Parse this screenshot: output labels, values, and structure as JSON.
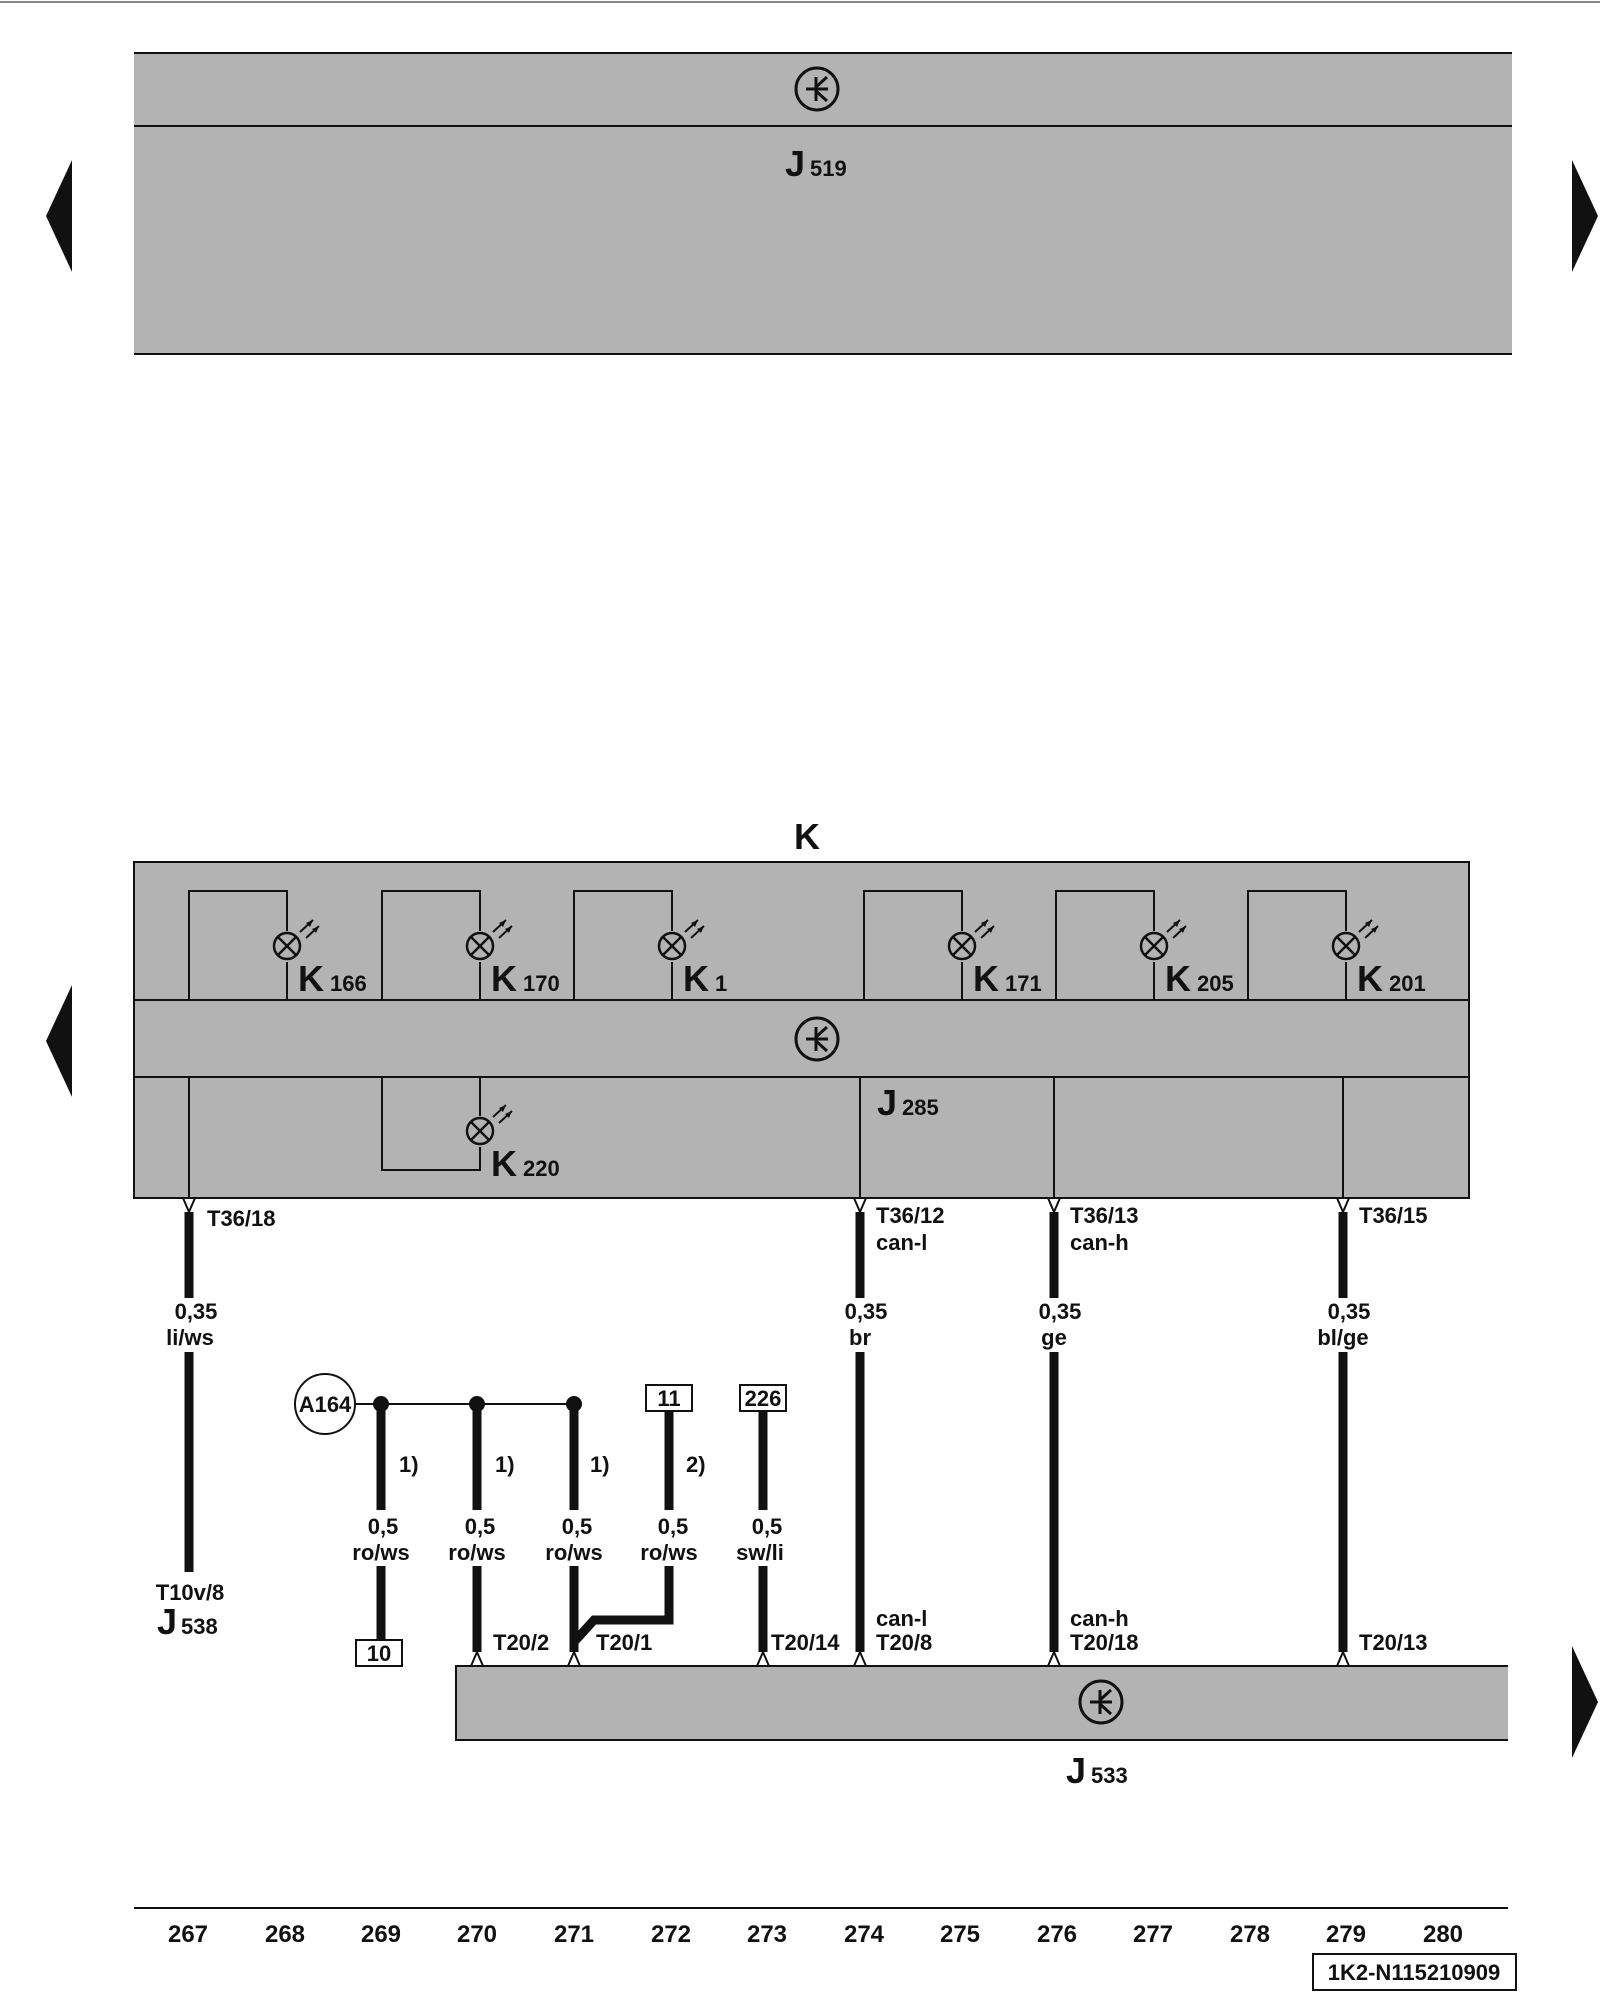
{
  "colors": {
    "module_fill": "#b3b3b3",
    "line": "#111111",
    "background": "#ffffff"
  },
  "modules": {
    "j519": {
      "letter": "J",
      "number": "519",
      "symbol": "control-unit-symbol"
    },
    "k_block": {
      "title": "K"
    },
    "j285": {
      "letter": "J",
      "number": "285",
      "symbol": "control-unit-symbol"
    },
    "j533": {
      "letter": "J",
      "number": "533",
      "symbol": "control-unit-symbol"
    },
    "j538": {
      "connector": "T10v/8",
      "letter": "J",
      "number": "538"
    }
  },
  "lamps": [
    {
      "letter": "K",
      "number": "166"
    },
    {
      "letter": "K",
      "number": "170"
    },
    {
      "letter": "K",
      "number": "1"
    },
    {
      "letter": "K",
      "number": "171"
    },
    {
      "letter": "K",
      "number": "205"
    },
    {
      "letter": "K",
      "number": "201"
    },
    {
      "letter": "K",
      "number": "220"
    }
  ],
  "connectors": {
    "t36_18": "T36/18",
    "t36_12": "T36/12",
    "t36_12_signal": "can-l",
    "t36_13": "T36/13",
    "t36_13_signal": "can-h",
    "t36_15": "T36/15",
    "t20_2": "T20/2",
    "t20_1": "T20/1",
    "t20_14": "T20/14",
    "t20_8": "T20/8",
    "t20_8_signal": "can-l",
    "t20_18": "T20/18",
    "t20_18_signal": "can-h",
    "t20_13": "T20/13"
  },
  "wires": [
    {
      "size": "0,35",
      "color": "li/ws"
    },
    {
      "size": "0,35",
      "color": "br"
    },
    {
      "size": "0,35",
      "color": "ge"
    },
    {
      "size": "0,35",
      "color": "bl/ge"
    },
    {
      "size": "0,5",
      "color": "ro/ws",
      "note": "1)"
    },
    {
      "size": "0,5",
      "color": "ro/ws",
      "note": "1)"
    },
    {
      "size": "0,5",
      "color": "ro/ws",
      "note": "1)"
    },
    {
      "size": "0,5",
      "color": "ro/ws",
      "note": "2)"
    },
    {
      "size": "0,5",
      "color": "sw/li"
    }
  ],
  "references": {
    "splice": "A164",
    "box_10": "10",
    "box_11": "11",
    "box_226": "226"
  },
  "columns": [
    "267",
    "268",
    "269",
    "270",
    "271",
    "272",
    "273",
    "274",
    "275",
    "276",
    "277",
    "278",
    "279",
    "280"
  ],
  "diagram_id": "1K2-N115210909",
  "nav": {
    "left_arrow": "previous-page",
    "right_arrow": "next-page"
  }
}
